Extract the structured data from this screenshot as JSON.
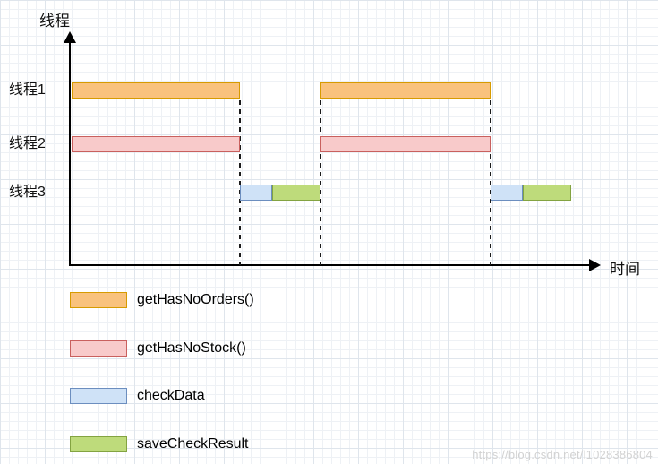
{
  "chart_data": {
    "type": "timeline",
    "ylabel": "线程",
    "xlabel": "时间",
    "threads": [
      "线程1",
      "线程2",
      "线程3"
    ],
    "segments": [
      {
        "thread": "线程1",
        "task": "getHasNoOrders()",
        "start": 0,
        "end": 188
      },
      {
        "thread": "线程2",
        "task": "getHasNoStock()",
        "start": 0,
        "end": 188
      },
      {
        "thread": "线程3",
        "task": "checkData",
        "start": 188,
        "end": 224
      },
      {
        "thread": "线程3",
        "task": "saveCheckResult",
        "start": 224,
        "end": 278
      },
      {
        "thread": "线程1",
        "task": "getHasNoOrders()",
        "start": 278,
        "end": 468
      },
      {
        "thread": "线程2",
        "task": "getHasNoStock()",
        "start": 278,
        "end": 468
      },
      {
        "thread": "线程3",
        "task": "checkData",
        "start": 468,
        "end": 504
      },
      {
        "thread": "线程3",
        "task": "saveCheckResult",
        "start": 504,
        "end": 558
      }
    ],
    "dashed_markers": [
      188,
      278,
      468
    ]
  },
  "task_styles": {
    "getHasNoOrders()": {
      "fill": "#f9c27d",
      "stroke": "#d79b00"
    },
    "getHasNoStock()": {
      "fill": "#f8caca",
      "stroke": "#c9605e"
    },
    "checkData": {
      "fill": "#cfe2f7",
      "stroke": "#6c8ebf"
    },
    "saveCheckResult": {
      "fill": "#bedb7b",
      "stroke": "#83a341"
    }
  },
  "legend": [
    {
      "label": "getHasNoOrders()",
      "task": "getHasNoOrders()"
    },
    {
      "label": "getHasNoStock()",
      "task": "getHasNoStock()"
    },
    {
      "label": "checkData",
      "task": "checkData"
    },
    {
      "label": "saveCheckResult",
      "task": "saveCheckResult"
    }
  ],
  "watermark": "https://blog.csdn.net/l1028386804"
}
